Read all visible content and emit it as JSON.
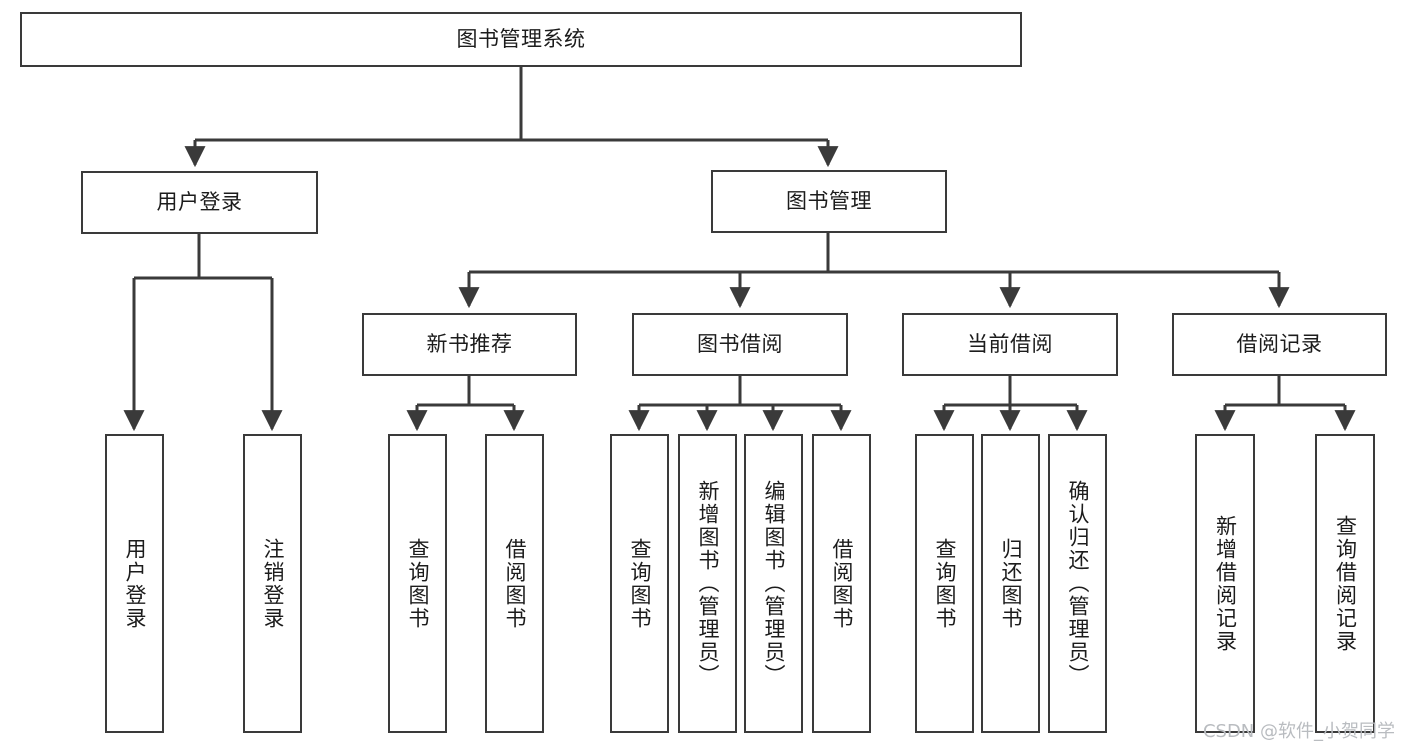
{
  "diagram": {
    "title_node": {
      "label": "图书管理系统"
    },
    "level2": [
      {
        "id": "user-login",
        "label": "用户登录"
      },
      {
        "id": "book-management",
        "label": "图书管理"
      }
    ],
    "level3": [
      {
        "id": "new-book-recommend",
        "label": "新书推荐"
      },
      {
        "id": "book-borrow",
        "label": "图书借阅"
      },
      {
        "id": "current-borrow",
        "label": "当前借阅"
      },
      {
        "id": "borrow-record",
        "label": "借阅记录"
      }
    ],
    "leaves": {
      "user_login": [
        {
          "id": "leaf-user-login",
          "label": "用户登录"
        },
        {
          "id": "leaf-logout-login",
          "label": "注销登录"
        }
      ],
      "new_book_recommend": [
        {
          "id": "leaf-query-book-1",
          "label": "查询图书"
        },
        {
          "id": "leaf-borrow-book-1",
          "label": "借阅图书"
        }
      ],
      "book_borrow": [
        {
          "id": "leaf-query-book-2",
          "label": "查询图书"
        },
        {
          "id": "leaf-add-book",
          "label": "新增图书（管理员）"
        },
        {
          "id": "leaf-edit-book",
          "label": "编辑图书（管理员）"
        },
        {
          "id": "leaf-borrow-book-2",
          "label": "借阅图书"
        }
      ],
      "current_borrow": [
        {
          "id": "leaf-query-book-3",
          "label": "查询图书"
        },
        {
          "id": "leaf-return-book",
          "label": "归还图书"
        },
        {
          "id": "leaf-confirm-return",
          "label": "确认归还（管理员）"
        }
      ],
      "borrow_record": [
        {
          "id": "leaf-add-borrow-record",
          "label": "新增借阅记录"
        },
        {
          "id": "leaf-query-borrow-record",
          "label": "查询借阅记录"
        }
      ]
    },
    "watermark": "CSDN @软件_小贺同学",
    "colors": {
      "stroke": "#3a3a3a",
      "text": "#1c1c1c",
      "background": "#ffffff",
      "watermark": "#b9bcc0"
    }
  }
}
